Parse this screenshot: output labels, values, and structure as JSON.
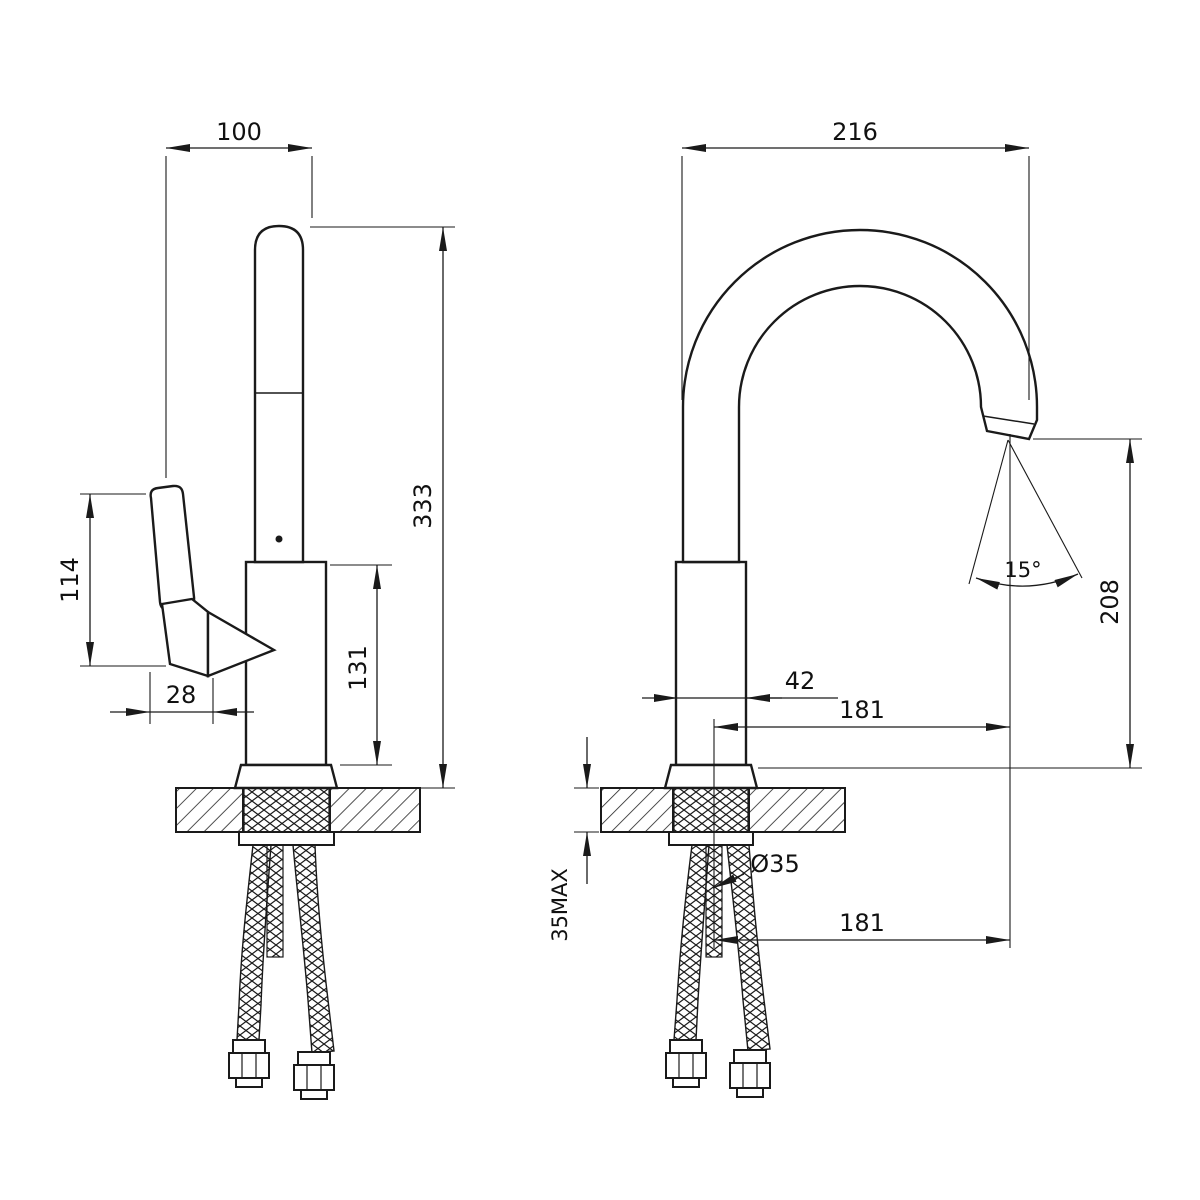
{
  "dims": {
    "left_width": "100",
    "left_height": "333",
    "handle_height": "114",
    "handle_offset": "28",
    "body_height": "131",
    "right_width": "216",
    "spout_angle": "15°",
    "outlet_height": "208",
    "body_width": "42",
    "reach_upper": "181",
    "reach_lower": "181",
    "hole_diameter": "Ø35",
    "max_thickness": "35MAX"
  }
}
